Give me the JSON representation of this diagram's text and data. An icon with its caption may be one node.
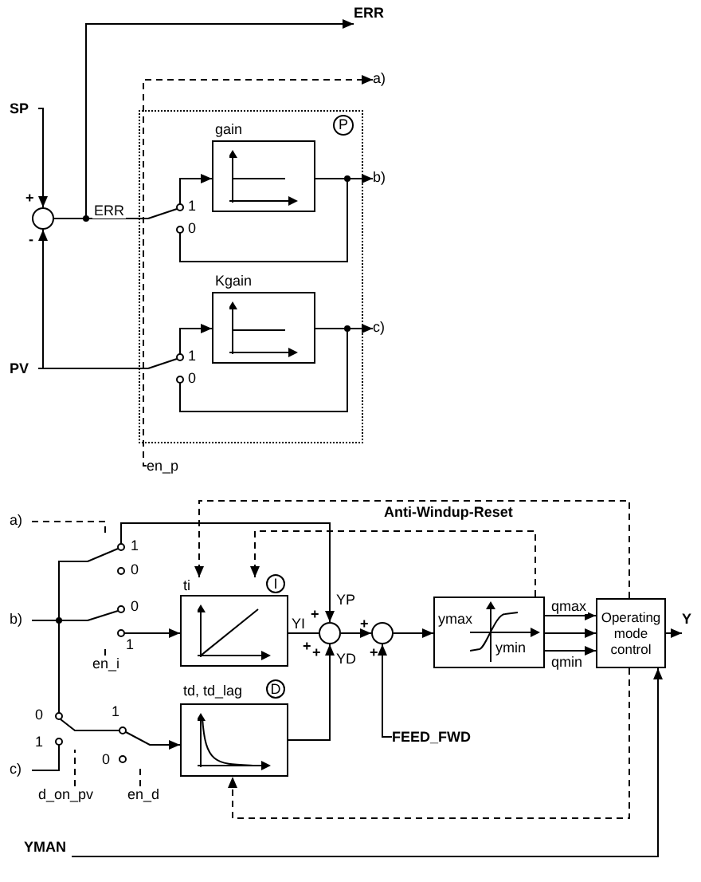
{
  "diagram": {
    "nodes": [
      {
        "text": [
          "ERR"
        ]
      },
      {
        "text": [
          "a)"
        ]
      },
      {
        "text": [],
        "shape": "box"
      },
      {
        "text": [
          "SP"
        ]
      },
      {
        "text": [
          "gain"
        ],
        "in": 2
      },
      {
        "text": [
          "b)"
        ]
      },
      {
        "text": [],
        "shape": "circle",
        "beside": [
          "+",
          "-"
        ]
      },
      {
        "text": [],
        "shape": "switch",
        "in": 2,
        "beside": [
          "1",
          "0"
        ]
      },
      {
        "text": [
          "Kgain"
        ],
        "in": 2
      },
      {
        "text": [
          "c)"
        ]
      },
      {
        "text": [
          "PV"
        ]
      },
      {
        "text": [],
        "shape": "switch",
        "in": 2,
        "beside": [
          "1",
          "0"
        ]
      },
      {
        "text": [
          "en_p"
        ]
      },
      {
        "text": [
          "a)"
        ]
      },
      {
        "text": [],
        "shape": "switch",
        "beside": [
          "1",
          "0"
        ]
      },
      {
        "text": [
          "ti",
          "I"
        ]
      },
      {
        "text": [
          "b)"
        ]
      },
      {
        "text": [],
        "shape": "switch",
        "beside": [
          "0",
          "1"
        ]
      },
      {
        "text": [],
        "shape": "circle",
        "beside": [
          "+",
          "+",
          "+"
        ]
      },
      {
        "text": [],
        "shape": "circle",
        "beside": [
          "+",
          "+"
        ]
      },
      {
        "text": [
          "ymax",
          "ymin"
        ]
      },
      {
        "text": [
          "Operating mode control"
        ]
      },
      {
        "text": [
          "Y"
        ]
      },
      {
        "text": [
          "en_i"
        ]
      },
      {
        "text": [
          "td, td_lag",
          "D"
        ]
      },
      {
        "text": [],
        "shape": "switch",
        "beside": [
          "0",
          "1"
        ]
      },
      {
        "text": [],
        "shape": "switch",
        "beside": [
          "1",
          "0"
        ]
      },
      {
        "text": [
          "c)"
        ]
      },
      {
        "text": [
          "FEED_FWD"
        ]
      },
      {
        "text": [
          "d_on_pv"
        ]
      },
      {
        "text": [
          "en_d"
        ]
      },
      {
        "text": [
          "YMAN"
        ]
      },
      {
        "text": [
          "P"
        ],
        "in": 2
      }
    ],
    "edges": [
      {
        "from": 3,
        "to": 6,
        "arrow": "to"
      },
      {
        "from": 10,
        "to": 6,
        "arrow": "to"
      },
      {
        "from": 6,
        "to": 0,
        "arrow": "to"
      },
      {
        "from": 6,
        "to": 7,
        "arrow": "none",
        "label": "ERR"
      },
      {
        "from": 7,
        "to": 4,
        "arrow": "to"
      },
      {
        "from": 4,
        "to": 5,
        "arrow": "to"
      },
      {
        "from": 4,
        "to": 7,
        "arrow": "none"
      },
      {
        "from": 10,
        "to": 11,
        "arrow": "none"
      },
      {
        "from": 11,
        "to": 8,
        "arrow": "to"
      },
      {
        "from": 8,
        "to": 9,
        "arrow": "to"
      },
      {
        "from": 8,
        "to": 11,
        "arrow": "none"
      },
      {
        "from": 12,
        "to": 1,
        "arrow": "to",
        "style": "dashed"
      },
      {
        "from": 13,
        "to": 14,
        "arrow": "none",
        "style": "dashed"
      },
      {
        "from": 16,
        "to": 14,
        "arrow": "none"
      },
      {
        "from": 16,
        "to": 17,
        "arrow": "none"
      },
      {
        "from": 16,
        "to": 25,
        "arrow": "none"
      },
      {
        "from": 27,
        "to": 25,
        "arrow": "none"
      },
      {
        "from": 14,
        "to": 18,
        "arrow": "to",
        "label": "YP"
      },
      {
        "from": 23,
        "to": 17,
        "arrow": "none",
        "style": "dashed"
      },
      {
        "from": 17,
        "to": 15,
        "arrow": "to"
      },
      {
        "from": 15,
        "to": 18,
        "arrow": "none",
        "label": "YI"
      },
      {
        "from": 24,
        "to": 18,
        "arrow": "to",
        "label": "YD"
      },
      {
        "from": 25,
        "to": 26,
        "arrow": "none"
      },
      {
        "from": 29,
        "to": 25,
        "arrow": "none",
        "style": "dashed"
      },
      {
        "from": 30,
        "to": 26,
        "arrow": "none",
        "style": "dashed"
      },
      {
        "from": 26,
        "to": 24,
        "arrow": "to"
      },
      {
        "from": 18,
        "to": 19,
        "arrow": "to"
      },
      {
        "from": 28,
        "to": 19,
        "arrow": "to"
      },
      {
        "from": 19,
        "to": 20,
        "arrow": "to"
      },
      {
        "from": 20,
        "to": 21,
        "arrow": "to"
      },
      {
        "from": 20,
        "to": 21,
        "arrow": "to",
        "label": "qmax"
      },
      {
        "from": 20,
        "to": 21,
        "arrow": "to",
        "label": "qmin"
      },
      {
        "from": 20,
        "to": 15,
        "arrow": "to",
        "style": "dashed"
      },
      {
        "from": 21,
        "to": 15,
        "arrow": "to",
        "style": "dashed",
        "label": "Anti-Windup-Reset"
      },
      {
        "from": 21,
        "to": 24,
        "arrow": "to",
        "style": "dashed"
      },
      {
        "from": 21,
        "to": 22,
        "arrow": "to"
      },
      {
        "from": 31,
        "to": 21,
        "arrow": "to"
      }
    ]
  }
}
